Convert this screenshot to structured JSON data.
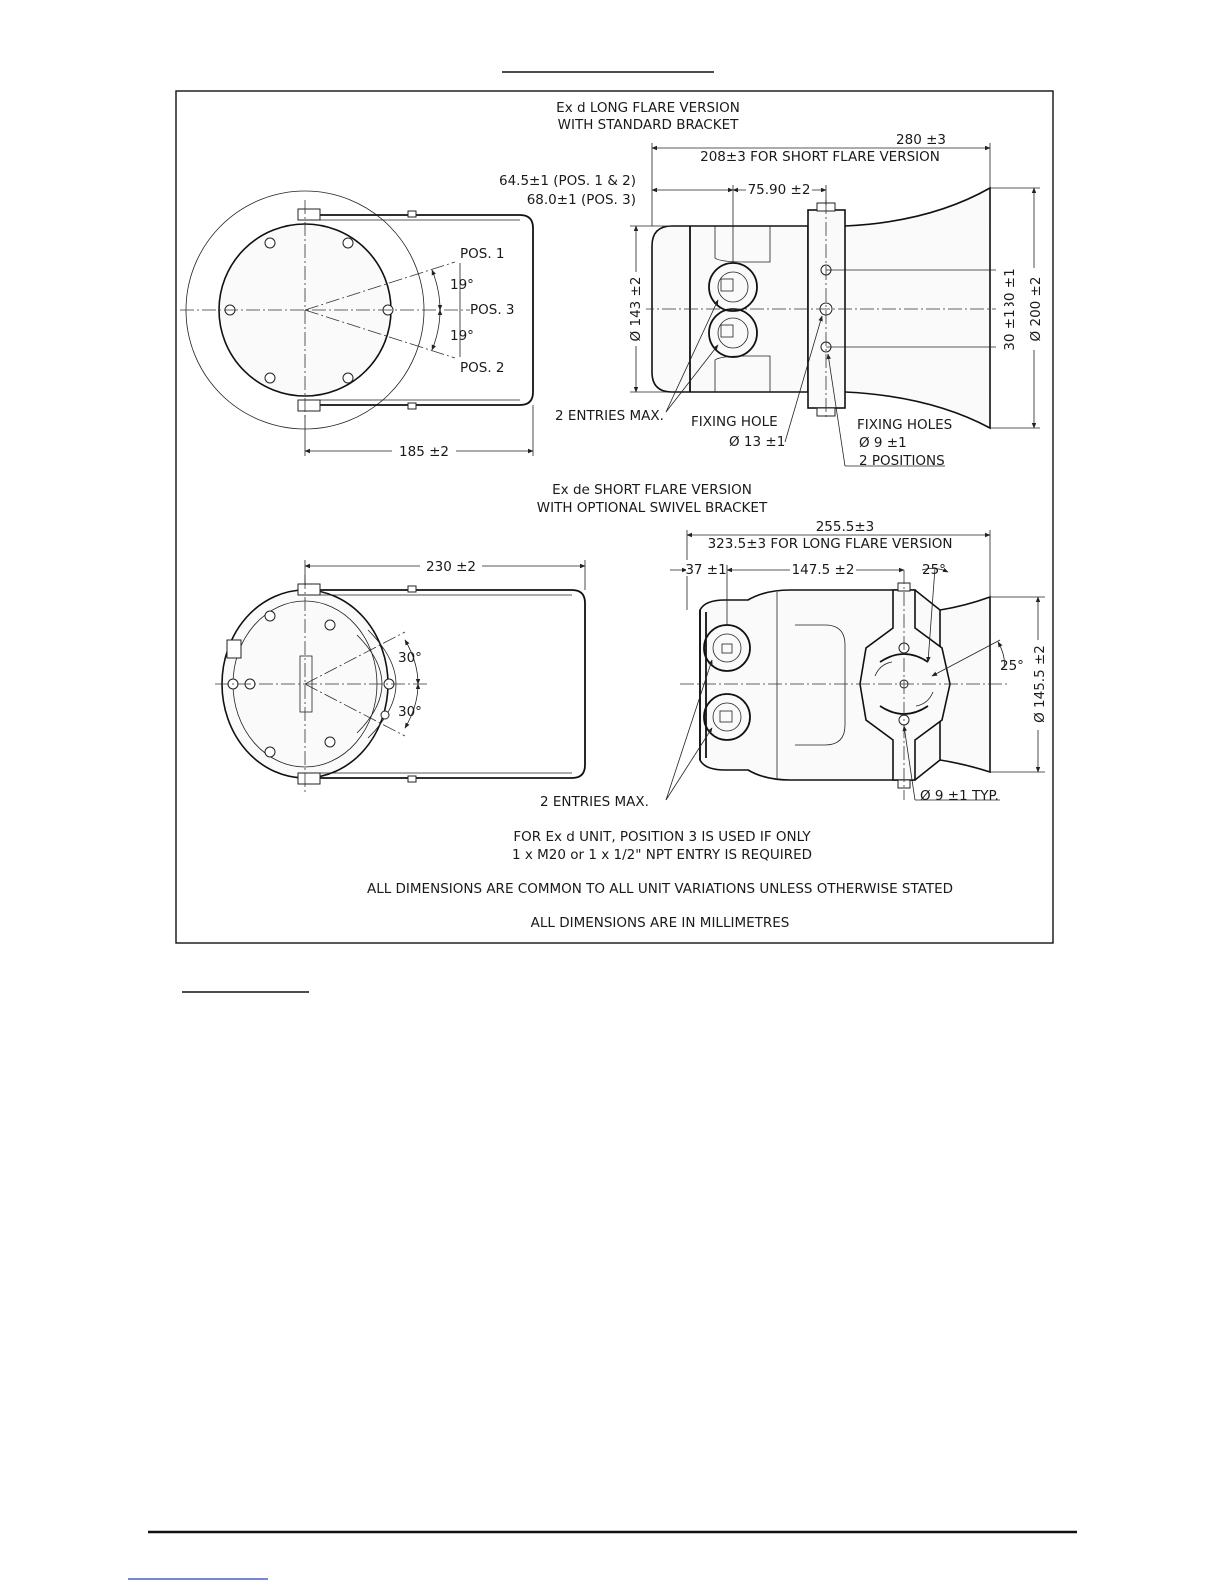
{
  "header": {
    "underline_text": ""
  },
  "sections": {
    "long_flare": {
      "title_line1": "Ex d LONG FLARE VERSION",
      "title_line2": "WITH STANDARD BRACKET",
      "dims": {
        "overall_length": "280 ±3",
        "overall_length_short": "208±3 FOR SHORT FLARE VERSION",
        "offset_pos12": "64.5±1 (POS. 1 & 2)",
        "offset_pos3": "68.0±1 (POS. 3)",
        "bracket_offset": "75.90 ±2",
        "body_dia": "Ø 143 ±2",
        "flare_dia": "Ø 200 ±2",
        "hole_pitch_top": "30 ±1",
        "hole_pitch_bottom": "30 ±1",
        "bracket_width": "185 ±2",
        "angle_top": "19°",
        "angle_bottom": "19°"
      },
      "labels": {
        "pos1": "POS. 1",
        "pos2": "POS. 2",
        "pos3": "POS. 3",
        "entries": "2 ENTRIES MAX.",
        "fixing_hole": "FIXING HOLE",
        "fixing_hole_dia": "Ø 13 ±1",
        "fixing_holes": "FIXING HOLES",
        "fixing_holes_dia": "Ø 9 ±1",
        "fixing_holes_pos": "2 POSITIONS"
      }
    },
    "short_flare": {
      "title_line1": "Ex de SHORT FLARE VERSION",
      "title_line2": "WITH OPTIONAL SWIVEL BRACKET",
      "dims": {
        "overall_length": "255.5±3",
        "overall_length_long": "323.5±3 FOR LONG FLARE VERSION",
        "bracket_width": "230 ±2",
        "front_offset": "37 ±1",
        "body_offset": "147.5 ±2",
        "angle_swivel_top": "25°",
        "angle_swivel_right": "25°",
        "flare_dia": "Ø 145.5 ±2",
        "angle_top": "30°",
        "angle_bottom": "30°"
      },
      "labels": {
        "entries": "2 ENTRIES MAX.",
        "hole_typ": "Ø 9 ±1 TYP."
      }
    }
  },
  "notes": {
    "line1": "FOR Ex d UNIT, POSITION 3 IS USED IF ONLY",
    "line2": "1 x M20 or 1 x 1/2\" NPT ENTRY IS REQUIRED",
    "line3": "ALL DIMENSIONS ARE COMMON TO ALL UNIT VARIATIONS UNLESS OTHERWISE STATED",
    "line4": "ALL DIMENSIONS ARE IN MILLIMETRES"
  },
  "colors": {
    "ink": "#1a1a1a",
    "paper": "#ffffff"
  }
}
